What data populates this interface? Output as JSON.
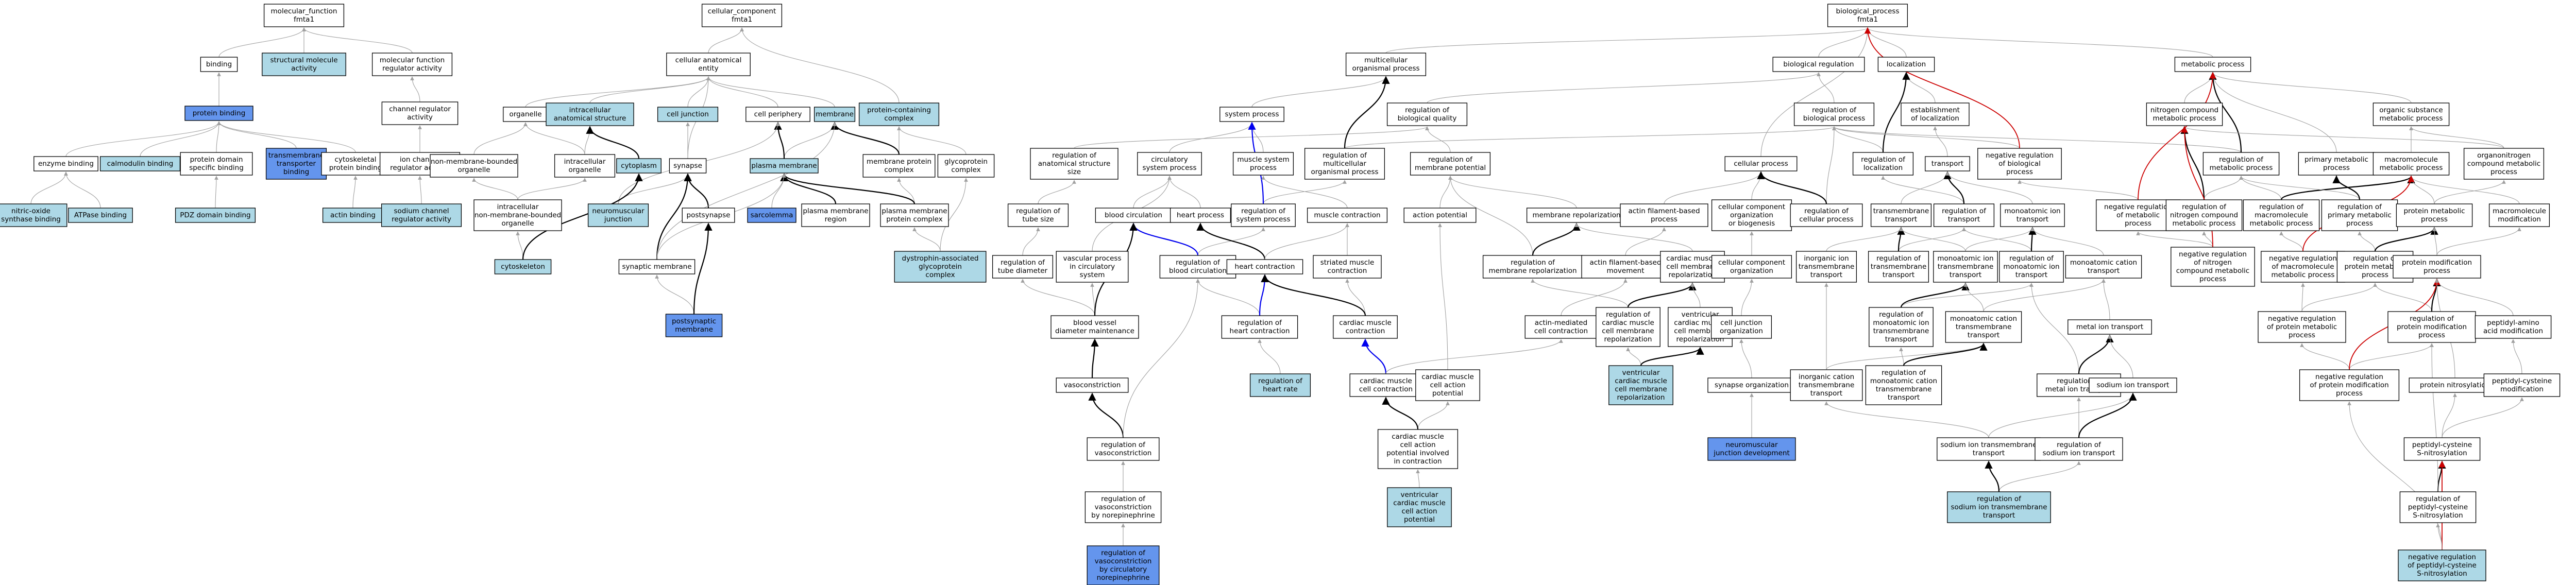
{
  "colors": {
    "plain": "#ffffff",
    "light": "#add8e6",
    "strong": "#6495ed",
    "edge_is_a": "#a0a0a0",
    "edge_part_of": "#000000",
    "edge_regulates": "#0000ee",
    "edge_negatively_regulates": "#cc0000"
  },
  "nodes": [
    {
      "id": "mf",
      "label": [
        "molecular_function",
        "fmta1"
      ],
      "style": "plain"
    },
    {
      "id": "binding",
      "label": [
        "binding"
      ],
      "style": "plain"
    },
    {
      "id": "smact",
      "label": [
        "structural molecule",
        "activity"
      ],
      "style": "light"
    },
    {
      "id": "mfreg",
      "label": [
        "molecular function",
        "regulator activity"
      ],
      "style": "plain"
    },
    {
      "id": "protbind",
      "label": [
        "protein binding"
      ],
      "style": "strong"
    },
    {
      "id": "chanreg",
      "label": [
        "channel regulator",
        "activity"
      ],
      "style": "plain"
    },
    {
      "id": "enzbind",
      "label": [
        "enzyme binding"
      ],
      "style": "plain"
    },
    {
      "id": "calmod",
      "label": [
        "calmodulin binding"
      ],
      "style": "light"
    },
    {
      "id": "pdombind",
      "label": [
        "protein domain",
        "specific binding"
      ],
      "style": "plain"
    },
    {
      "id": "tmtbind",
      "label": [
        "transmembrane",
        "transporter",
        "binding"
      ],
      "style": "strong"
    },
    {
      "id": "cytobind",
      "label": [
        "cytoskeletal",
        "protein binding"
      ],
      "style": "plain"
    },
    {
      "id": "ionchreg",
      "label": [
        "ion channel",
        "regulator activity"
      ],
      "style": "plain"
    },
    {
      "id": "nos",
      "label": [
        "nitric-oxide",
        "synthase binding"
      ],
      "style": "light"
    },
    {
      "id": "atpase",
      "label": [
        "ATPase binding"
      ],
      "style": "light"
    },
    {
      "id": "pdz",
      "label": [
        "PDZ domain binding"
      ],
      "style": "light"
    },
    {
      "id": "actinb",
      "label": [
        "actin binding"
      ],
      "style": "light"
    },
    {
      "id": "nachreg",
      "label": [
        "sodium channel",
        "regulator activity"
      ],
      "style": "light"
    },
    {
      "id": "cc",
      "label": [
        "cellular_component",
        "fmta1"
      ],
      "style": "plain"
    },
    {
      "id": "cae",
      "label": [
        "cellular anatomical",
        "entity"
      ],
      "style": "plain"
    },
    {
      "id": "organelle",
      "label": [
        "organelle"
      ],
      "style": "plain"
    },
    {
      "id": "icas",
      "label": [
        "intracellular",
        "anatomical structure"
      ],
      "style": "light"
    },
    {
      "id": "celljunc",
      "label": [
        "cell junction"
      ],
      "style": "light"
    },
    {
      "id": "cellper",
      "label": [
        "cell periphery"
      ],
      "style": "plain"
    },
    {
      "id": "membrane",
      "label": [
        "membrane"
      ],
      "style": "light"
    },
    {
      "id": "pcc",
      "label": [
        "protein-containing",
        "complex"
      ],
      "style": "light"
    },
    {
      "id": "nmbo",
      "label": [
        "non-membrane-bounded",
        "organelle"
      ],
      "style": "plain"
    },
    {
      "id": "io",
      "label": [
        "intracellular",
        "organelle"
      ],
      "style": "plain"
    },
    {
      "id": "cytoplasm",
      "label": [
        "cytoplasm"
      ],
      "style": "light"
    },
    {
      "id": "synapse",
      "label": [
        "synapse"
      ],
      "style": "plain"
    },
    {
      "id": "plasmamem",
      "label": [
        "plasma membrane"
      ],
      "style": "light"
    },
    {
      "id": "mpc",
      "label": [
        "membrane protein",
        "complex"
      ],
      "style": "plain"
    },
    {
      "id": "glycoc",
      "label": [
        "glycoprotein",
        "complex"
      ],
      "style": "plain"
    },
    {
      "id": "inmbo",
      "label": [
        "intracellular",
        "non-membrane-bounded",
        "organelle"
      ],
      "style": "plain"
    },
    {
      "id": "nmj",
      "label": [
        "neuromuscular",
        "junction"
      ],
      "style": "light"
    },
    {
      "id": "postsyn",
      "label": [
        "postsynapse"
      ],
      "style": "plain"
    },
    {
      "id": "sarcolemma",
      "label": [
        "sarcolemma"
      ],
      "style": "strong"
    },
    {
      "id": "pmregion",
      "label": [
        "plasma membrane",
        "region"
      ],
      "style": "plain"
    },
    {
      "id": "pmpc",
      "label": [
        "plasma membrane",
        "protein complex"
      ],
      "style": "plain"
    },
    {
      "id": "cytoskel",
      "label": [
        "cytoskeleton"
      ],
      "style": "light"
    },
    {
      "id": "synmem",
      "label": [
        "synaptic membrane"
      ],
      "style": "plain"
    },
    {
      "id": "dagc",
      "label": [
        "dystrophin-associated",
        "glycoprotein",
        "complex"
      ],
      "style": "light"
    },
    {
      "id": "postsynmem",
      "label": [
        "postsynaptic",
        "membrane"
      ],
      "style": "strong"
    },
    {
      "id": "bp",
      "label": [
        "biological_process",
        "fmta1"
      ],
      "style": "plain"
    },
    {
      "id": "mop",
      "label": [
        "multicellular",
        "organismal process"
      ],
      "style": "plain"
    },
    {
      "id": "bioreg",
      "label": [
        "biological regulation"
      ],
      "style": "plain"
    },
    {
      "id": "localization",
      "label": [
        "localization"
      ],
      "style": "plain"
    },
    {
      "id": "metab",
      "label": [
        "metabolic process"
      ],
      "style": "plain"
    },
    {
      "id": "syssp",
      "label": [
        "system process"
      ],
      "style": "plain"
    },
    {
      "id": "regbq",
      "label": [
        "regulation of",
        "biological quality"
      ],
      "style": "plain"
    },
    {
      "id": "regbp",
      "label": [
        "regulation of",
        "biological process"
      ],
      "style": "plain"
    },
    {
      "id": "estloc",
      "label": [
        "establishment",
        "of localization"
      ],
      "style": "plain"
    },
    {
      "id": "ncmp",
      "label": [
        "nitrogen compound",
        "metabolic process"
      ],
      "style": "plain"
    },
    {
      "id": "osmp",
      "label": [
        "organic substance",
        "metabolic process"
      ],
      "style": "plain"
    },
    {
      "id": "regas",
      "label": [
        "regulation of",
        "anatomical structure",
        "size"
      ],
      "style": "plain"
    },
    {
      "id": "circsys",
      "label": [
        "circulatory",
        "system process"
      ],
      "style": "plain"
    },
    {
      "id": "musclesys",
      "label": [
        "muscle system",
        "process"
      ],
      "style": "plain"
    },
    {
      "id": "regmop",
      "label": [
        "regulation of",
        "multicellular",
        "organismal process"
      ],
      "style": "plain"
    },
    {
      "id": "regmp",
      "label": [
        "regulation of",
        "membrane potential"
      ],
      "style": "plain"
    },
    {
      "id": "cellproc",
      "label": [
        "cellular process"
      ],
      "style": "plain"
    },
    {
      "id": "regloc",
      "label": [
        "regulation of",
        "localization"
      ],
      "style": "plain"
    },
    {
      "id": "transport",
      "label": [
        "transport"
      ],
      "style": "plain"
    },
    {
      "id": "negregbp",
      "label": [
        "negative regulation",
        "of biological",
        "process"
      ],
      "style": "plain"
    },
    {
      "id": "regmetab",
      "label": [
        "regulation of",
        "metabolic process"
      ],
      "style": "plain"
    },
    {
      "id": "primmp",
      "label": [
        "primary metabolic",
        "process"
      ],
      "style": "plain"
    },
    {
      "id": "macromp",
      "label": [
        "macromolecule",
        "metabolic process"
      ],
      "style": "plain"
    },
    {
      "id": "oncmp",
      "label": [
        "organonitrogen",
        "compound metabolic",
        "process"
      ],
      "style": "plain"
    },
    {
      "id": "regtube",
      "label": [
        "regulation of",
        "tube size"
      ],
      "style": "plain"
    },
    {
      "id": "bloodcirc",
      "label": [
        "blood circulation"
      ],
      "style": "plain"
    },
    {
      "id": "heartproc",
      "label": [
        "heart process"
      ],
      "style": "plain"
    },
    {
      "id": "regsys",
      "label": [
        "regulation of",
        "system process"
      ],
      "style": "plain"
    },
    {
      "id": "musclecont",
      "label": [
        "muscle contraction"
      ],
      "style": "plain"
    },
    {
      "id": "actionpot",
      "label": [
        "action potential"
      ],
      "style": "plain"
    },
    {
      "id": "memrepol",
      "label": [
        "membrane repolarization"
      ],
      "style": "plain"
    },
    {
      "id": "afbp",
      "label": [
        "actin filament-based",
        "process"
      ],
      "style": "plain"
    },
    {
      "id": "ccob",
      "label": [
        "cellular component",
        "organization",
        "or biogenesis"
      ],
      "style": "plain"
    },
    {
      "id": "regcp",
      "label": [
        "regulation of",
        "cellular process"
      ],
      "style": "plain"
    },
    {
      "id": "tmtransport",
      "label": [
        "transmembrane",
        "transport"
      ],
      "style": "plain"
    },
    {
      "id": "regtransport",
      "label": [
        "regulation of",
        "transport"
      ],
      "style": "plain"
    },
    {
      "id": "monotrans",
      "label": [
        "monoatomic ion",
        "transport"
      ],
      "style": "plain"
    },
    {
      "id": "negregmetab",
      "label": [
        "negative regulation",
        "of metabolic",
        "process"
      ],
      "style": "plain"
    },
    {
      "id": "regncmp",
      "label": [
        "regulation of",
        "nitrogen compound",
        "metabolic process"
      ],
      "style": "plain"
    },
    {
      "id": "regmacromp",
      "label": [
        "regulation of",
        "macromolecule",
        "metabolic process"
      ],
      "style": "plain"
    },
    {
      "id": "regprimmp",
      "label": [
        "regulation of",
        "primary metabolic",
        "process"
      ],
      "style": "plain"
    },
    {
      "id": "protmp",
      "label": [
        "protein metabolic",
        "process"
      ],
      "style": "plain"
    },
    {
      "id": "macromod",
      "label": [
        "macromolecule",
        "modification"
      ],
      "style": "plain"
    },
    {
      "id": "regtubedia",
      "label": [
        "regulation of",
        "tube diameter"
      ],
      "style": "plain"
    },
    {
      "id": "vascproc",
      "label": [
        "vascular process",
        "in circulatory",
        "system"
      ],
      "style": "plain"
    },
    {
      "id": "regbloodcirc",
      "label": [
        "regulation of",
        "blood circulation"
      ],
      "style": "plain"
    },
    {
      "id": "heartcont",
      "label": [
        "heart contraction"
      ],
      "style": "plain"
    },
    {
      "id": "striatedcont",
      "label": [
        "striated muscle",
        "contraction"
      ],
      "style": "plain"
    },
    {
      "id": "regmemrepol",
      "label": [
        "regulation of",
        "membrane repolarization"
      ],
      "style": "plain"
    },
    {
      "id": "afbm",
      "label": [
        "actin filament-based",
        "movement"
      ],
      "style": "plain"
    },
    {
      "id": "cmcmrepol",
      "label": [
        "cardiac muscle",
        "cell membrane",
        "repolarization"
      ],
      "style": "plain"
    },
    {
      "id": "cco",
      "label": [
        "cellular component",
        "organization"
      ],
      "style": "plain"
    },
    {
      "id": "inorgtrans",
      "label": [
        "inorganic ion",
        "transmembrane",
        "transport"
      ],
      "style": "plain"
    },
    {
      "id": "regtmtrans",
      "label": [
        "regulation of",
        "transmembrane",
        "transport"
      ],
      "style": "plain"
    },
    {
      "id": "monotmtrans",
      "label": [
        "monoatomic ion",
        "transmembrane",
        "transport"
      ],
      "style": "plain"
    },
    {
      "id": "regmonotrans",
      "label": [
        "regulation of",
        "monoatomic ion",
        "transport"
      ],
      "style": "plain"
    },
    {
      "id": "monocattrans",
      "label": [
        "monoatomic cation",
        "transport"
      ],
      "style": "plain"
    },
    {
      "id": "negregncmp",
      "label": [
        "negative regulation",
        "of nitrogen",
        "compound metabolic",
        "process"
      ],
      "style": "plain"
    },
    {
      "id": "negregmacromp",
      "label": [
        "negative regulation",
        "of macromolecule",
        "metabolic process"
      ],
      "style": "plain"
    },
    {
      "id": "regprotmp",
      "label": [
        "regulation of",
        "protein metabolic",
        "process"
      ],
      "style": "plain"
    },
    {
      "id": "protmod",
      "label": [
        "protein modification",
        "process"
      ],
      "style": "plain"
    },
    {
      "id": "bvdm",
      "label": [
        "blood vessel",
        "diameter maintenance"
      ],
      "style": "plain"
    },
    {
      "id": "regheartcont",
      "label": [
        "regulation of",
        "heart contraction"
      ],
      "style": "plain"
    },
    {
      "id": "cmcont",
      "label": [
        "cardiac muscle",
        "contraction"
      ],
      "style": "plain"
    },
    {
      "id": "amcc",
      "label": [
        "actin-mediated",
        "cell contraction"
      ],
      "style": "plain"
    },
    {
      "id": "regcmcmrepol",
      "label": [
        "regulation of",
        "cardiac muscle",
        "cell membrane",
        "repolarization"
      ],
      "style": "plain"
    },
    {
      "id": "vcmcmrepol",
      "label": [
        "ventricular",
        "cardiac muscle",
        "cell membrane",
        "repolarization"
      ],
      "style": "plain"
    },
    {
      "id": "celljunco",
      "label": [
        "cell junction",
        "organization"
      ],
      "style": "plain"
    },
    {
      "id": "regmonotmtrans",
      "label": [
        "regulation of",
        "monoatomic ion",
        "transmembrane",
        "transport"
      ],
      "style": "plain"
    },
    {
      "id": "monocattmtrans",
      "label": [
        "monoatomic cation",
        "transmembrane",
        "transport"
      ],
      "style": "plain"
    },
    {
      "id": "metaliontrans",
      "label": [
        "metal ion transport"
      ],
      "style": "plain"
    },
    {
      "id": "negregprotmp",
      "label": [
        "negative regulation",
        "of protein metabolic",
        "process"
      ],
      "style": "plain"
    },
    {
      "id": "regprotmod",
      "label": [
        "regulation of",
        "protein modification",
        "process"
      ],
      "style": "plain"
    },
    {
      "id": "peptaa",
      "label": [
        "peptidyl-amino",
        "acid modification"
      ],
      "style": "plain"
    },
    {
      "id": "vasoconst",
      "label": [
        "vasoconstriction"
      ],
      "style": "plain"
    },
    {
      "id": "regheartrate",
      "label": [
        "regulation of",
        "heart rate"
      ],
      "style": "light"
    },
    {
      "id": "cmcc",
      "label": [
        "cardiac muscle",
        "cell contraction"
      ],
      "style": "plain"
    },
    {
      "id": "cmcap",
      "label": [
        "cardiac muscle",
        "cell action",
        "potential"
      ],
      "style": "plain"
    },
    {
      "id": "vcmcmrepol2",
      "label": [
        "ventricular",
        "cardiac muscle",
        "cell membrane",
        "repolarization"
      ],
      "style": "light"
    },
    {
      "id": "synorg",
      "label": [
        "synapse organization"
      ],
      "style": "plain"
    },
    {
      "id": "inorgcattrans",
      "label": [
        "inorganic cation",
        "transmembrane",
        "transport"
      ],
      "style": "plain"
    },
    {
      "id": "regmonocattrans",
      "label": [
        "regulation of",
        "monoatomic cation",
        "transmembrane",
        "transport"
      ],
      "style": "plain"
    },
    {
      "id": "regmetaliontrans",
      "label": [
        "regulation of",
        "metal ion transport"
      ],
      "style": "plain"
    },
    {
      "id": "sodiontrans",
      "label": [
        "sodium ion transport"
      ],
      "style": "plain"
    },
    {
      "id": "negregprotmod",
      "label": [
        "negative regulation",
        "of protein modification",
        "process"
      ],
      "style": "plain"
    },
    {
      "id": "protnitros",
      "label": [
        "protein nitrosylation"
      ],
      "style": "plain"
    },
    {
      "id": "peptcysmod",
      "label": [
        "peptidyl-cysteine",
        "modification"
      ],
      "style": "plain"
    },
    {
      "id": "regvasoconst",
      "label": [
        "regulation of",
        "vasoconstriction"
      ],
      "style": "plain"
    },
    {
      "id": "cmcapic",
      "label": [
        "cardiac muscle",
        "cell action",
        "potential involved",
        "in contraction"
      ],
      "style": "plain"
    },
    {
      "id": "nmjdev",
      "label": [
        "neuromuscular",
        "junction development"
      ],
      "style": "strong"
    },
    {
      "id": "sodtmtrans",
      "label": [
        "sodium ion transmembrane",
        "transport"
      ],
      "style": "plain"
    },
    {
      "id": "regsodtrans",
      "label": [
        "regulation of",
        "sodium ion transport"
      ],
      "style": "plain"
    },
    {
      "id": "peptcyssnit",
      "label": [
        "peptidyl-cysteine",
        "S-nitrosylation"
      ],
      "style": "plain"
    },
    {
      "id": "regvasonor",
      "label": [
        "regulation of",
        "vasoconstriction",
        "by norepinephrine"
      ],
      "style": "plain"
    },
    {
      "id": "vcmcap",
      "label": [
        "ventricular",
        "cardiac muscle",
        "cell action",
        "potential"
      ],
      "style": "light"
    },
    {
      "id": "regsodtmtrans",
      "label": [
        "regulation of",
        "sodium ion transmembrane",
        "transport"
      ],
      "style": "light"
    },
    {
      "id": "regpeptcys",
      "label": [
        "regulation of",
        "peptidyl-cysteine",
        "S-nitrosylation"
      ],
      "style": "plain"
    },
    {
      "id": "regvasonor2",
      "label": [
        "regulation of",
        "vasoconstriction",
        "by circulatory",
        "norepinephrine"
      ],
      "style": "strong"
    },
    {
      "id": "negregpeptcys",
      "label": [
        "negative regulation",
        "of peptidyl-cysteine",
        "S-nitrosylation"
      ],
      "style": "light"
    }
  ]
}
